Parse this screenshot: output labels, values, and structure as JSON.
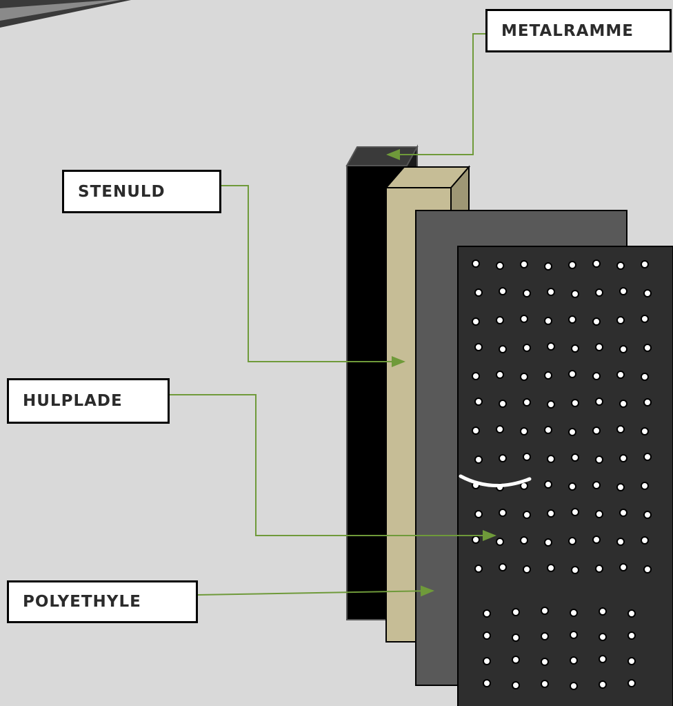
{
  "labels": {
    "metalramme": "METALRAMME",
    "stenuld": "STENULD",
    "hulplade": "HULPLADE",
    "polyethyle": "POLYETHYLE"
  },
  "colors": {
    "background": "#d9d9d9",
    "metal_frame": "#000000",
    "metal_frame_top": "#3a3a3a",
    "stone_wool": "#c6bd96",
    "stone_wool_side": "#9e9775",
    "polyethylene_sheet": "#595959",
    "perforated_plate": "#2e2e2e",
    "hole": "#ffffff",
    "leader_line": "#6f9a3a"
  },
  "icons": {
    "frame": "metal-frame-layer-icon",
    "wool": "stone-wool-layer-icon",
    "sheet": "polyethylene-sheet-layer-icon",
    "plate": "perforated-plate-layer-icon"
  }
}
